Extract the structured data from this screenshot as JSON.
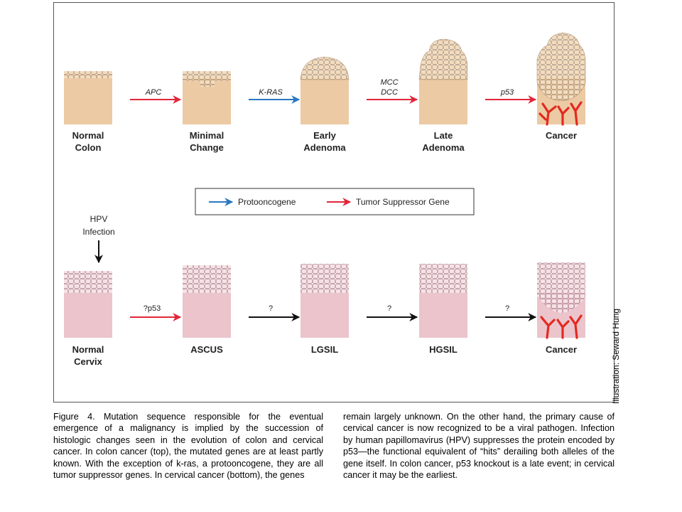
{
  "colon_row": {
    "stages": [
      {
        "line1": "Normal",
        "line2": "Colon"
      },
      {
        "line1": "Minimal",
        "line2": "Change"
      },
      {
        "line1": "Early",
        "line2": "Adenoma"
      },
      {
        "line1": "Late",
        "line2": "Adenoma"
      },
      {
        "line1": "Cancer",
        "line2": ""
      }
    ],
    "arrows": [
      {
        "label1": "APC",
        "label2": "",
        "kind": "tumor-suppressor"
      },
      {
        "label1": "K-RAS",
        "label2": "",
        "kind": "protooncogene"
      },
      {
        "label1": "MCC",
        "label2": "DCC",
        "kind": "tumor-suppressor"
      },
      {
        "label1": "p53",
        "label2": "",
        "kind": "tumor-suppressor"
      }
    ]
  },
  "legend": {
    "protooncogene": "Protooncogene",
    "tumor_suppressor": "Tumor Suppressor Gene"
  },
  "cervix_row": {
    "trigger_line1": "HPV",
    "trigger_line2": "Infection",
    "stages": [
      {
        "line1": "Normal",
        "line2": "Cervix"
      },
      {
        "line1": "ASCUS",
        "line2": ""
      },
      {
        "line1": "LGSIL",
        "line2": ""
      },
      {
        "line1": "HGSIL",
        "line2": ""
      },
      {
        "line1": "Cancer",
        "line2": ""
      }
    ],
    "arrows": [
      {
        "label1": "?p53",
        "kind": "tumor-suppressor"
      },
      {
        "label1": "?",
        "kind": "unknown"
      },
      {
        "label1": "?",
        "kind": "unknown"
      },
      {
        "label1": "?",
        "kind": "unknown"
      }
    ]
  },
  "credit": "Illustration: Seward Hung",
  "caption": {
    "left": "Figure 4. Mutation sequence responsible for the eventual emergence of a malignancy is implied by the succession of histologic changes seen in the evolution of colon and cervical cancer. In colon cancer (top), the mutated genes are at least partly known. With the exception of k-ras, a protooncogene, they are all tumor suppressor genes. In cervical cancer (bottom), the genes",
    "right": "remain largely unknown. On the other hand, the primary cause of cervical cancer is now recognized to be a viral pathogen. Infection by human papillomavirus (HPV) suppresses the protein encoded by p53—the functional equivalent of “hits” derailing both alleles of the gene itself. In colon cancer, p53 knockout is a late event; in cervical cancer it may be the earliest."
  },
  "colors": {
    "protooncogene": "#2a78c2",
    "tumor_suppressor": "#e2263a",
    "unknown": "#111111",
    "colon_tissue": "#eccaa4",
    "cervix_tissue": "#ebc4cc",
    "cervix_cells": "#f3d9df",
    "vessels": "#e32a1f"
  }
}
